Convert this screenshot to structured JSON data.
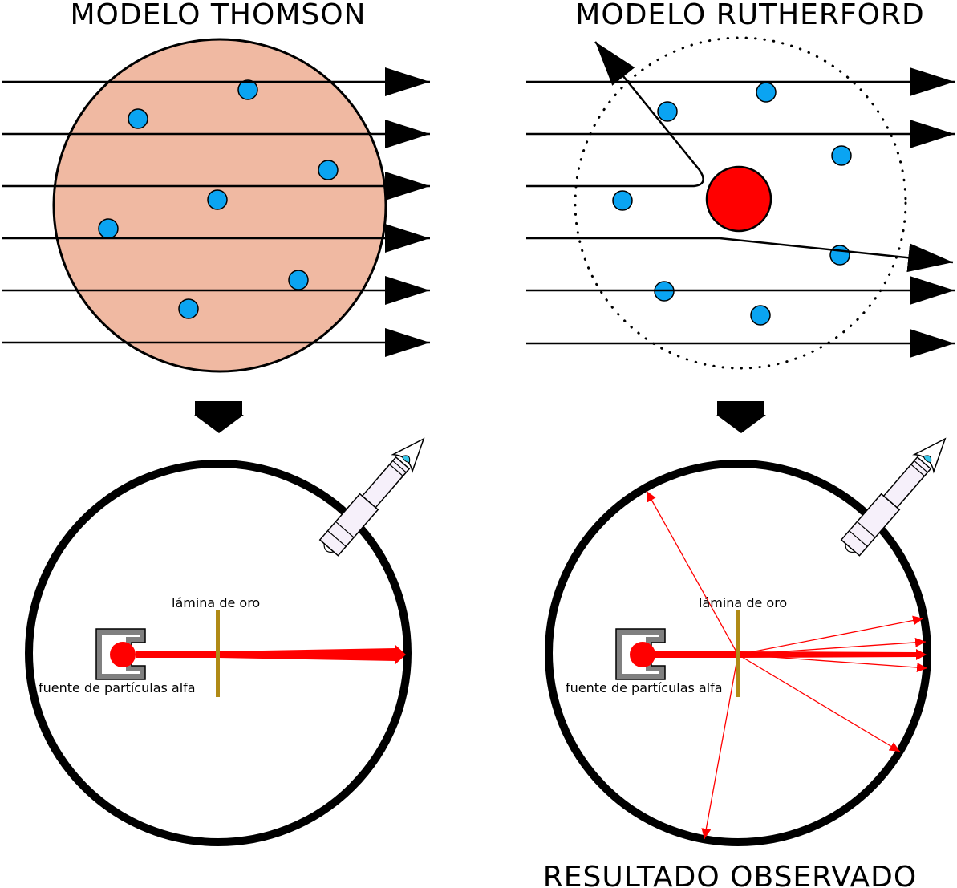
{
  "titles": {
    "thomson": "MODELO THOMSON",
    "rutherford": "MODELO RUTHERFORD",
    "observed": "RESULTADO OBSERVADO"
  },
  "labels": {
    "foil_left": "lámina de oro",
    "source_left": "fuente de partículas alfa",
    "foil_right": "lámina de oro",
    "source_right": "fuente de partículas alfa"
  },
  "colors": {
    "plum_pudding": "#f0b9a2",
    "electron": "#0aa4f2",
    "nucleus": "#ff0000",
    "alpha_beam": "#ff0000",
    "gold_foil": "#b08a16",
    "source_housing": "#808080",
    "screen": "#000000",
    "microscope_eye": "#36c5e8"
  },
  "icons": [
    "down-arrow-icon",
    "microscope-icon",
    "eye-icon"
  ]
}
